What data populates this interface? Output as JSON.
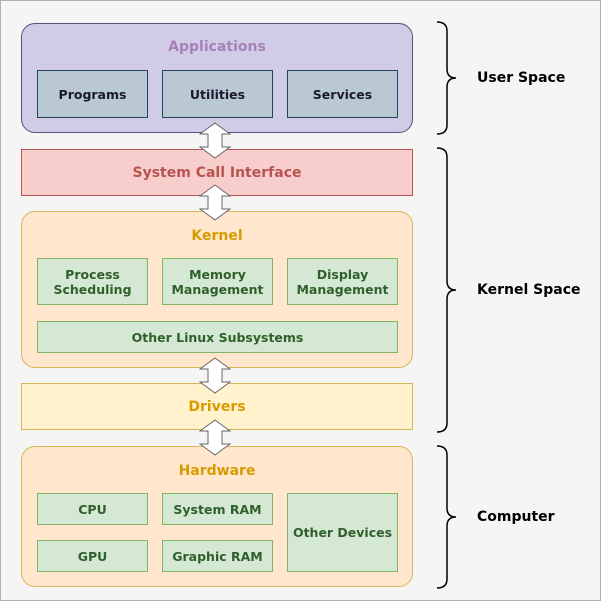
{
  "applications": {
    "title": "Applications",
    "items": [
      "Programs",
      "Utilities",
      "Services"
    ]
  },
  "system_call_interface": "System Call Interface",
  "kernel": {
    "title": "Kernel",
    "items": [
      "Process\nScheduling",
      "Memory\nManagement",
      "Display\nManagement"
    ],
    "subsystems": "Other Linux Subsystems"
  },
  "drivers": "Drivers",
  "hardware": {
    "title": "Hardware",
    "cpu": "CPU",
    "system_ram": "System RAM",
    "gpu": "GPU",
    "graphic_ram": "Graphic RAM",
    "other_devices": "Other Devices"
  },
  "braces": {
    "user_space": "User Space",
    "kernel_space": "Kernel Space",
    "computer": "Computer"
  },
  "colors": {
    "apps_fill": "#d0cce6",
    "sci_fill": "#f8cecc",
    "kernel_fill": "#ffe6cc",
    "drivers_fill": "#fff2cc",
    "component_fill": "#d5e8d4"
  }
}
